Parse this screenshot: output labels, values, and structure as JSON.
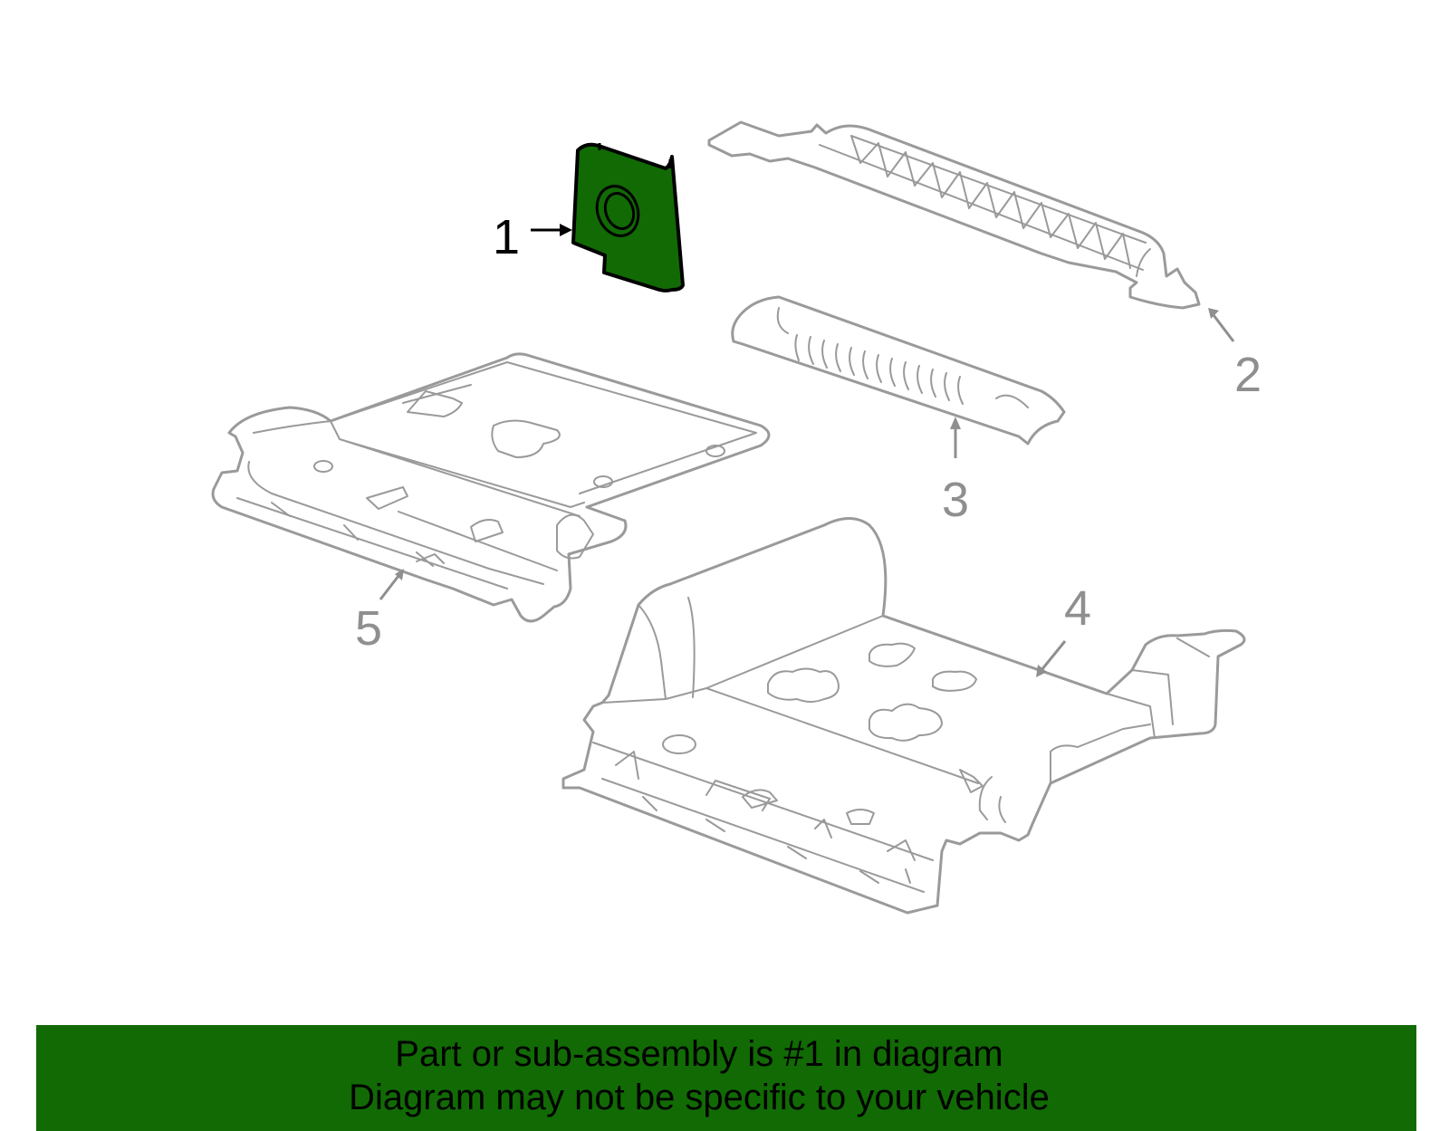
{
  "callouts": {
    "c1": "1",
    "c2": "2",
    "c3": "3",
    "c4": "4",
    "c5": "5"
  },
  "highlight_color": "#116a04",
  "banner": {
    "line1": "Part or sub-assembly is #1 in diagram",
    "line2": "Diagram may not be specific to your vehicle"
  }
}
